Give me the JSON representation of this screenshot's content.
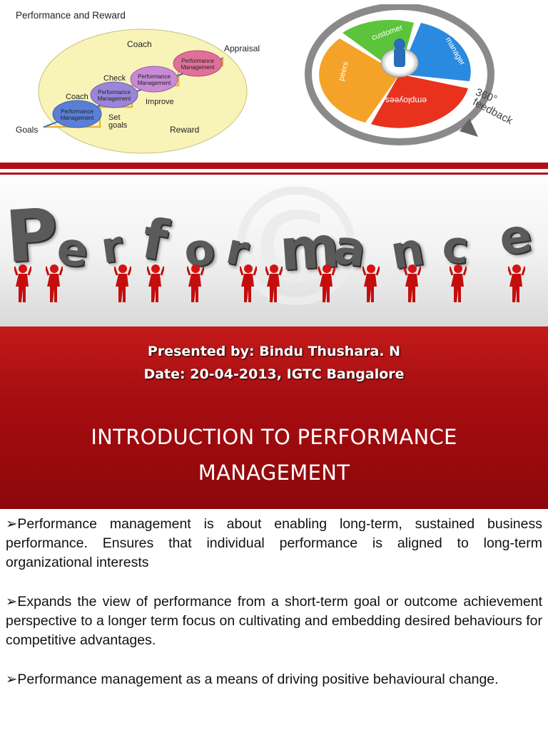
{
  "diagram_left": {
    "title": "Performance and Reward",
    "labels": {
      "coach_top": "Coach",
      "appraisal": "Appraisal",
      "check": "Check",
      "coach_mid": "Coach",
      "improve": "Improve",
      "goals": "Goals",
      "set_goals": "Set goals",
      "reward": "Reward"
    },
    "box_label": "Performance Management"
  },
  "diagram_right": {
    "segments": [
      "customer",
      "manager",
      "employees",
      "peers"
    ],
    "caption_top": "360°",
    "caption_bottom": "feedback",
    "colors": {
      "customer": "#5cc43a",
      "manager": "#2a8ae0",
      "employees": "#e8321e",
      "peers": "#f4a328"
    }
  },
  "banner": {
    "letters": [
      "P",
      "e",
      "r",
      "f",
      "o",
      "r",
      "m",
      "a",
      "n",
      "c",
      "e"
    ],
    "watermark": "©"
  },
  "presenter": {
    "line1": "Presented by: Bindu Thushara. N",
    "line2": "Date: 20-04-2013, IGTC Bangalore"
  },
  "slide_title": {
    "line1": "INTRODUCTION TO PERFORMANCE",
    "line2": "MANAGEMENT"
  },
  "bullet_marker": "➢",
  "bullets": [
    "Performance management is about enabling long-term, sustained business performance. Ensures that individual performance is aligned to long-term organizational interests",
    "Expands the view of performance from a short-term goal or outcome achievement perspective to a longer term focus on cultivating and embedding desired behaviours for competitive advantages.",
    "Performance management as a means of driving positive behavioural change."
  ]
}
